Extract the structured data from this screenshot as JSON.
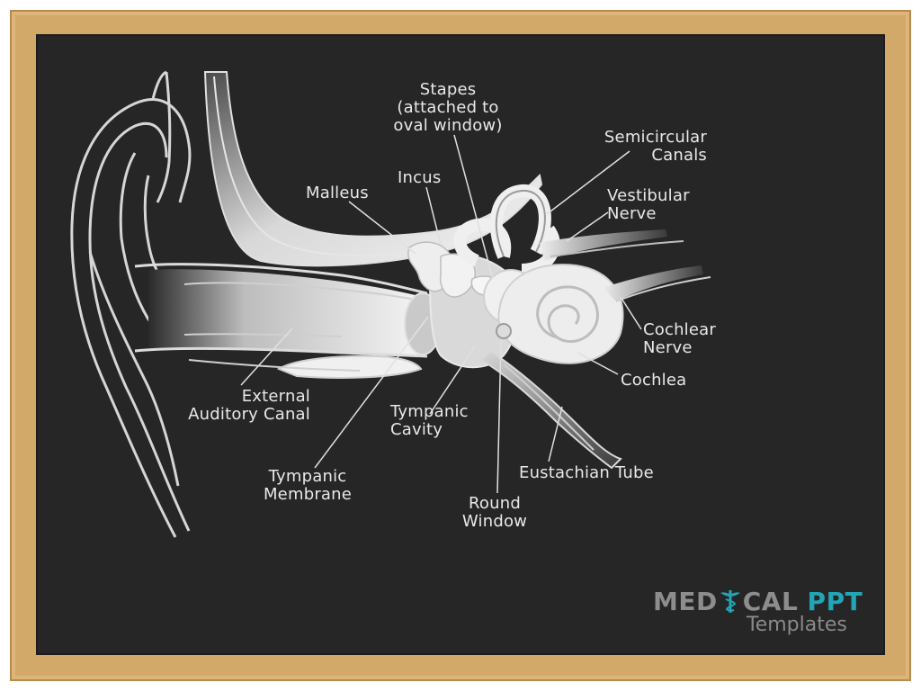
{
  "labels": {
    "stapes": "Stapes\n(attached to\noval window)",
    "semicircular": "Semicircular\nCanals",
    "incus": "Incus",
    "malleus": "Malleus",
    "vestibular": "Vestibular\nNerve",
    "cochlear_nerve": "Cochlear\nNerve",
    "cochlea": "Cochlea",
    "external_canal": "External\nAuditory Canal",
    "tympanic_cavity": "Tympanic\nCavity",
    "tympanic_membrane": "Tympanic\nMembrane",
    "eustachian": "Eustachian Tube",
    "round_window": "Round\nWindow"
  },
  "logo": {
    "word1_a": "MED",
    "word1_b": "CAL",
    "word2": "PPT",
    "sub": "Templates"
  },
  "colors": {
    "board": "#262626",
    "frame": "#d3a96a",
    "chalk": "#e8e8e8",
    "brand_teal": "#22a6b6",
    "brand_grey": "#8d8d8d"
  }
}
